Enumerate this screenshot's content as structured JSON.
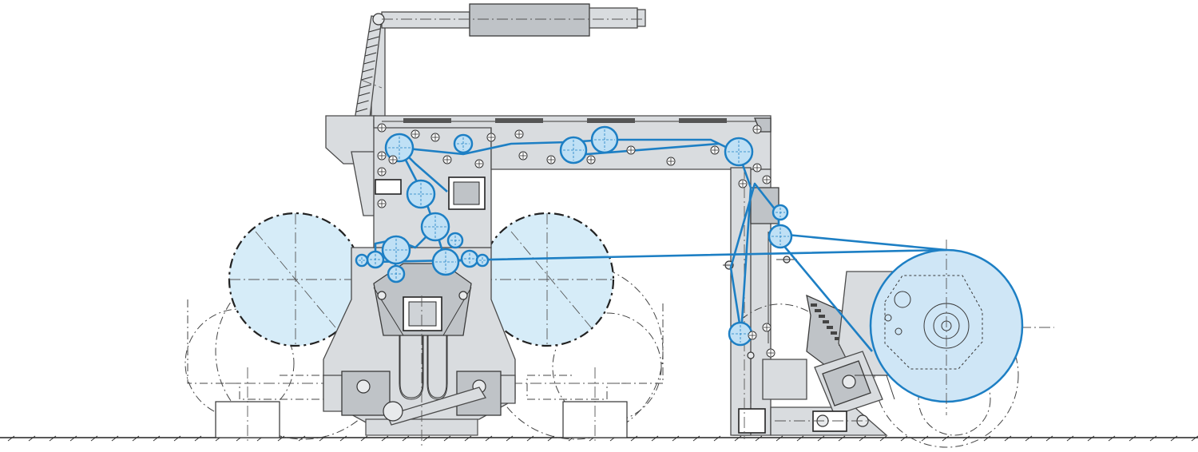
{
  "diagram": {
    "subject": "",
    "colors": {
      "frame": "#d9dcdf",
      "web_path": "#1d7fc4",
      "roll_fill": "#cfe6f6",
      "ghost_roll_fill": "#d6ecf8",
      "outline": "#3a3a3a"
    },
    "components": [
      "overhead-crane-beam",
      "unwind-stand",
      "unwind-roll-left",
      "unwind-roll-right",
      "main-frame-bridge",
      "web-guide-rollers",
      "vertical-tower",
      "rewind-roll",
      "rewind-arm",
      "floor-line"
    ]
  }
}
